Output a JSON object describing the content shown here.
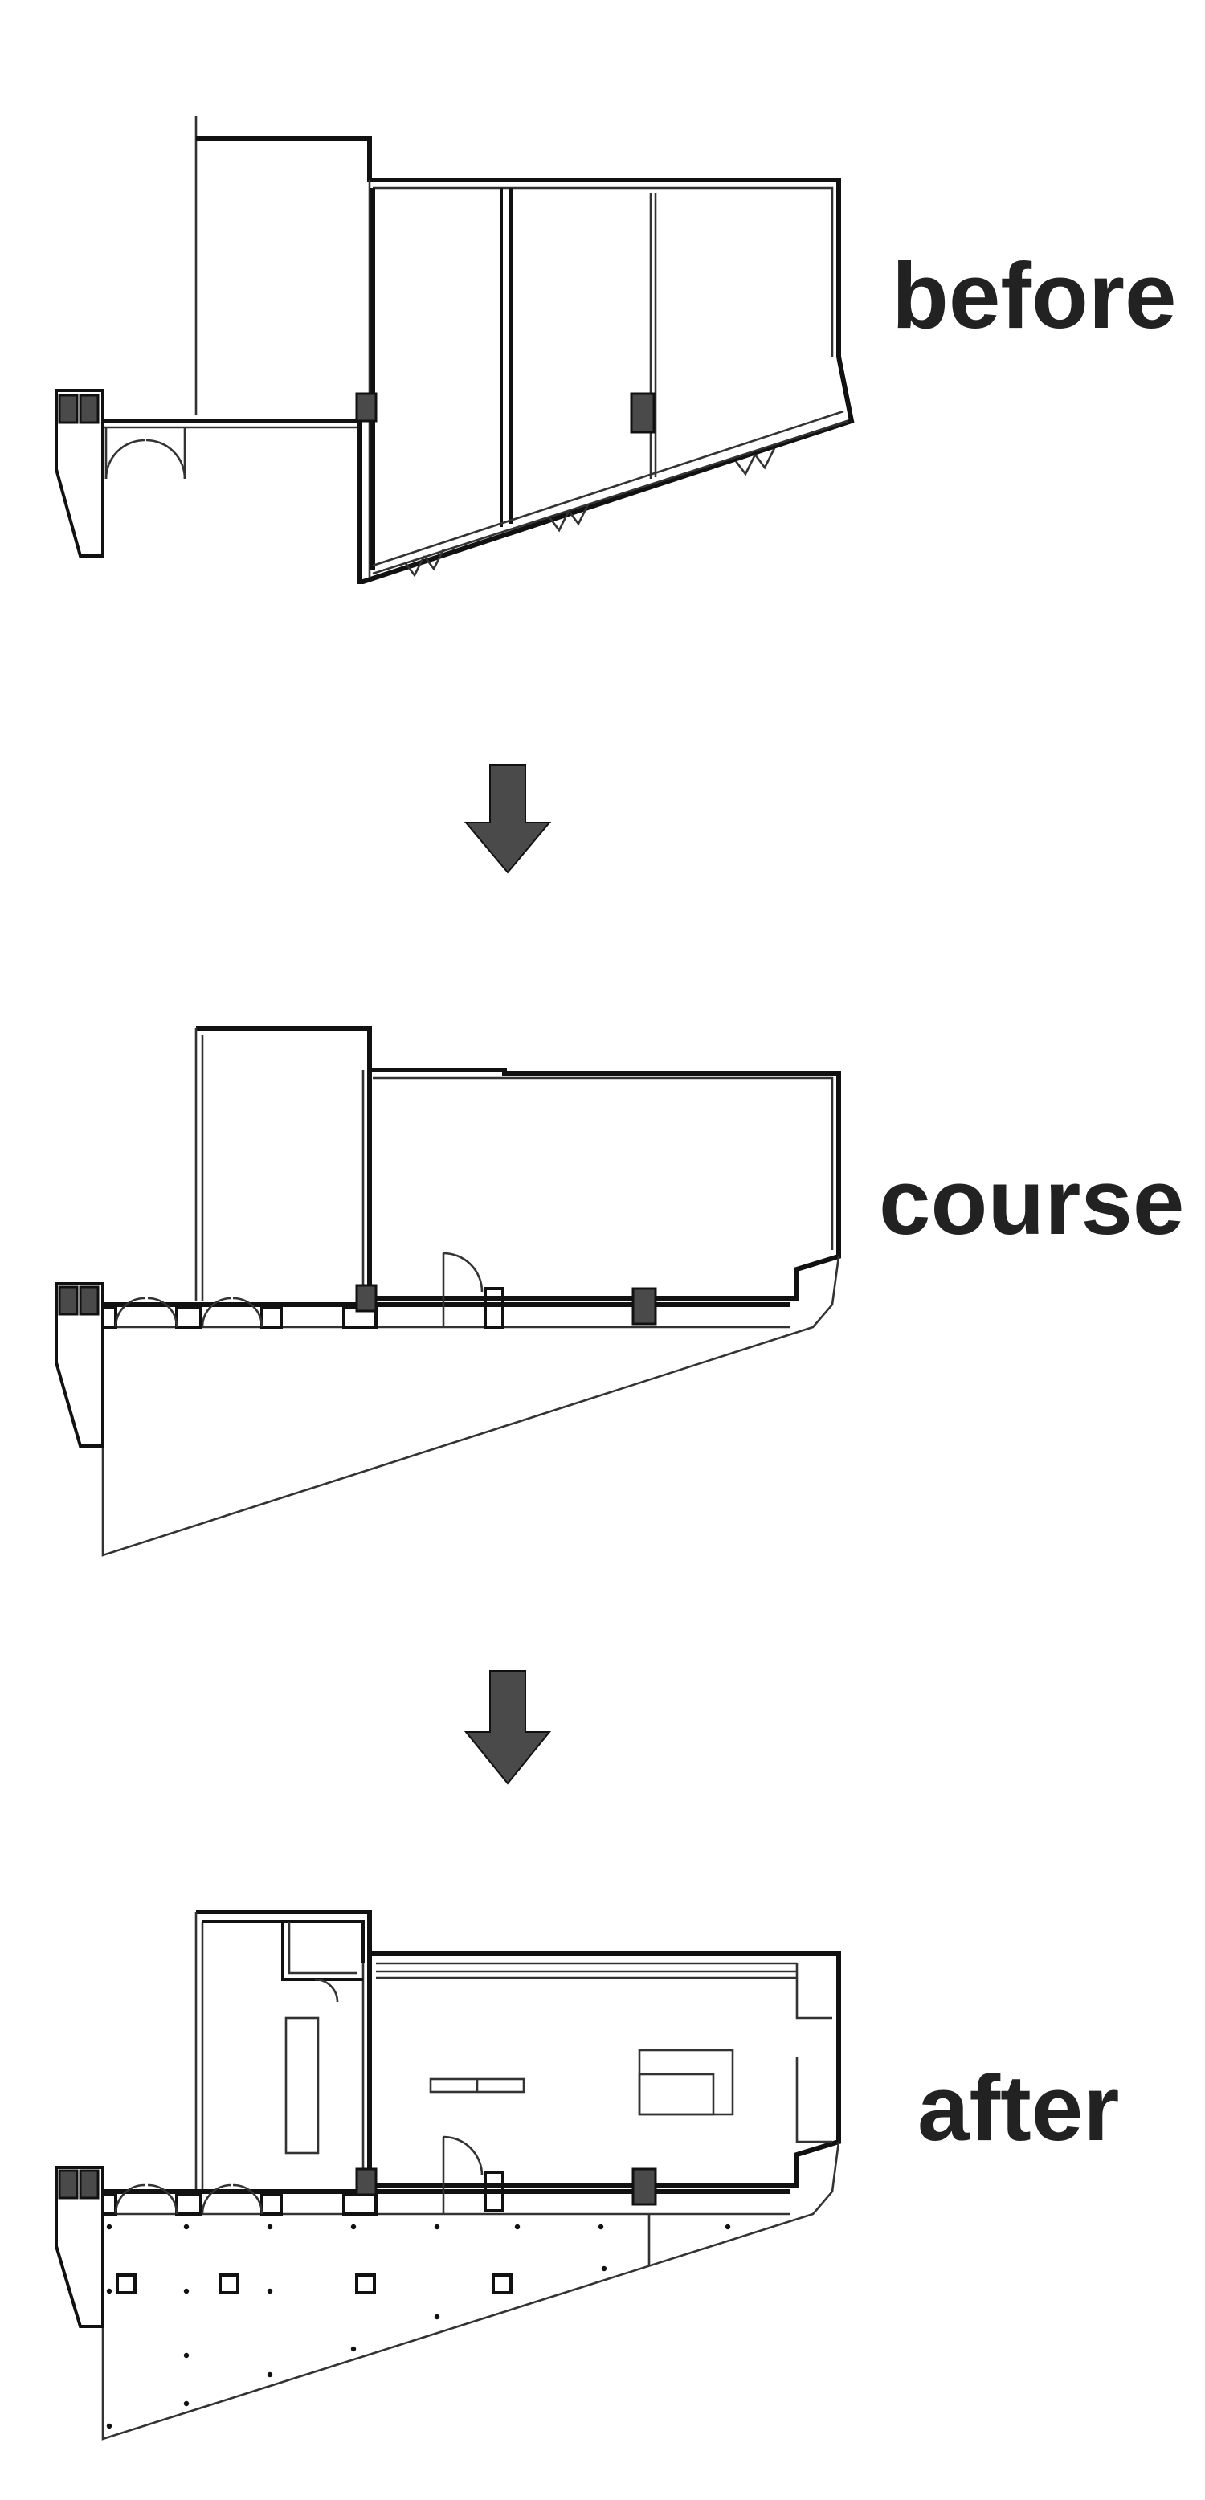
{
  "stages": [
    {
      "key": "before",
      "label": "before"
    },
    {
      "key": "course",
      "label": "course"
    },
    {
      "key": "after",
      "label": "after"
    }
  ],
  "colors": {
    "label": "#222222",
    "arrow": "#4a4a4a",
    "wall": "#111111",
    "column": "#4a4a4a"
  }
}
